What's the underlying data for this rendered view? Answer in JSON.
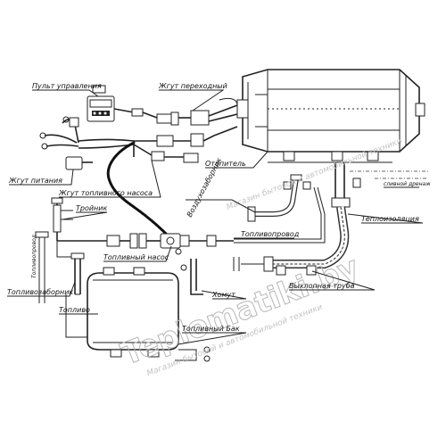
{
  "labels": {
    "control_panel": "Пульт управления",
    "adapter_harness": "Жгут переходный",
    "power_harness": "Жгут питания",
    "pump_harness": "Жгут топливного насоса",
    "tee": "Тройник",
    "fuel_pipe_left": "Топливопровод",
    "fuel_pipe_right": "Топливопровод",
    "fuel_pump": "Топливный насос",
    "fuel_intake": "Топливозаборник",
    "fuel": "Топливо",
    "clamp": "Хомут",
    "tank": "Топливный Бак",
    "heater": "Отопитель",
    "air_intake": "Воздухозаборник",
    "insulation": "Теплоизоляция",
    "exhaust": "Выхлопная труба",
    "drain": "сливной дренаж"
  },
  "watermark": {
    "main": "Teplomatiki.by",
    "sub": "Магазин бытовой и автомобильной техники"
  }
}
